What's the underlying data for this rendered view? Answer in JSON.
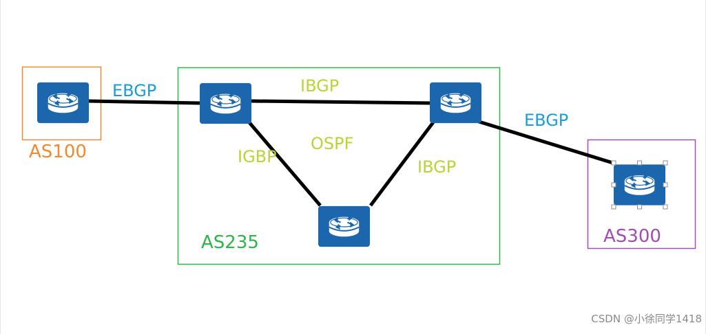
{
  "colors": {
    "as100": "#f08a32",
    "as235": "#2fb34a",
    "as300": "#a04fb0",
    "protocol_blue": "#1c9bd8",
    "protocol_lime": "#b7d43a",
    "router_fill": "#1b66ad",
    "link": "#000000"
  },
  "autonomous_systems": {
    "as100": {
      "label": "AS100"
    },
    "as235": {
      "label": "AS235"
    },
    "as300": {
      "label": "AS300"
    }
  },
  "routers": [
    {
      "id": "r-as100",
      "icon": "router-icon"
    },
    {
      "id": "r-as235-left",
      "icon": "router-icon"
    },
    {
      "id": "r-as235-right",
      "icon": "router-icon"
    },
    {
      "id": "r-as235-bottom",
      "icon": "router-icon"
    },
    {
      "id": "r-as300",
      "icon": "router-icon",
      "selected": true
    }
  ],
  "links": [
    {
      "from": "r-as100",
      "to": "r-as235-left"
    },
    {
      "from": "r-as235-left",
      "to": "r-as235-right"
    },
    {
      "from": "r-as235-left",
      "to": "r-as235-bottom"
    },
    {
      "from": "r-as235-bottom",
      "to": "r-as235-right"
    },
    {
      "from": "r-as235-right",
      "to": "r-as300"
    }
  ],
  "protocol_labels": {
    "ebgp_left": "EBGP",
    "ibgp_top": "IBGP",
    "igbp": "IGBP",
    "ospf": "OSPF",
    "ibgp_right": "IBGP",
    "ebgp_right": "EBGP"
  },
  "watermark": "CSDN @小徐同学1418"
}
